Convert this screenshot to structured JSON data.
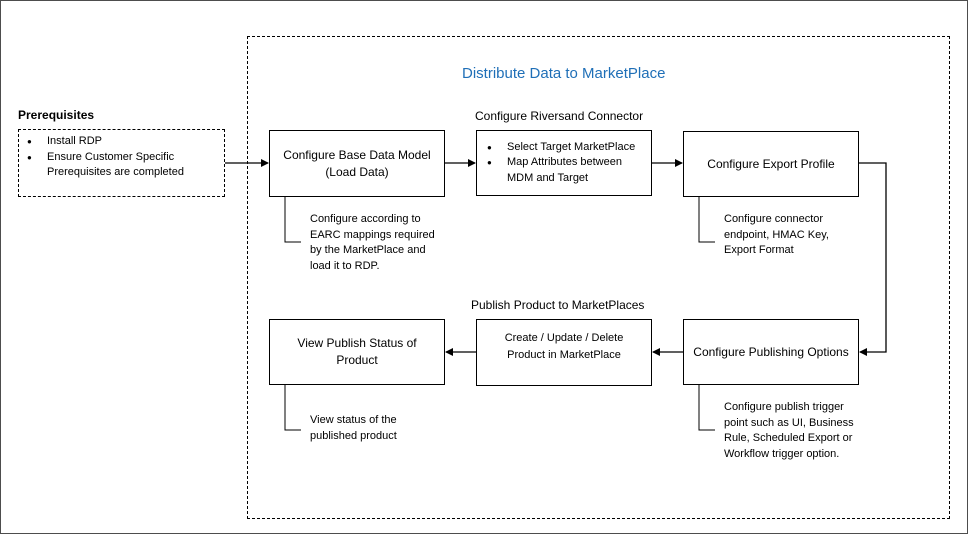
{
  "title": "Distribute Data to MarketPlace",
  "prerequisites": {
    "heading": "Prerequisites",
    "items": [
      "Install RDP",
      "Ensure Customer Specific Prerequisites are completed"
    ]
  },
  "configure_base": {
    "label": "Configure Base Data Model (Load Data)",
    "note": "Configure according to EARC mappings required by the MarketPlace and load it to RDP."
  },
  "riversand_connector": {
    "heading": "Configure Riversand Connector",
    "items": [
      "Select Target MarketPlace",
      "Map Attributes between MDM and Target"
    ]
  },
  "export_profile": {
    "label": "Configure Export Profile",
    "note": "Configure connector endpoint, HMAC Key, Export Format"
  },
  "publishing_options": {
    "label": "Configure Publishing Options",
    "note": "Configure publish trigger point such as UI, Business Rule, Scheduled Export or Workflow trigger option."
  },
  "publish_product": {
    "heading": "Publish Product to MarketPlaces",
    "label": "Create / Update / Delete Product in MarketPlace"
  },
  "view_status": {
    "label": "View Publish Status of Product",
    "note": "View status of the published product"
  }
}
